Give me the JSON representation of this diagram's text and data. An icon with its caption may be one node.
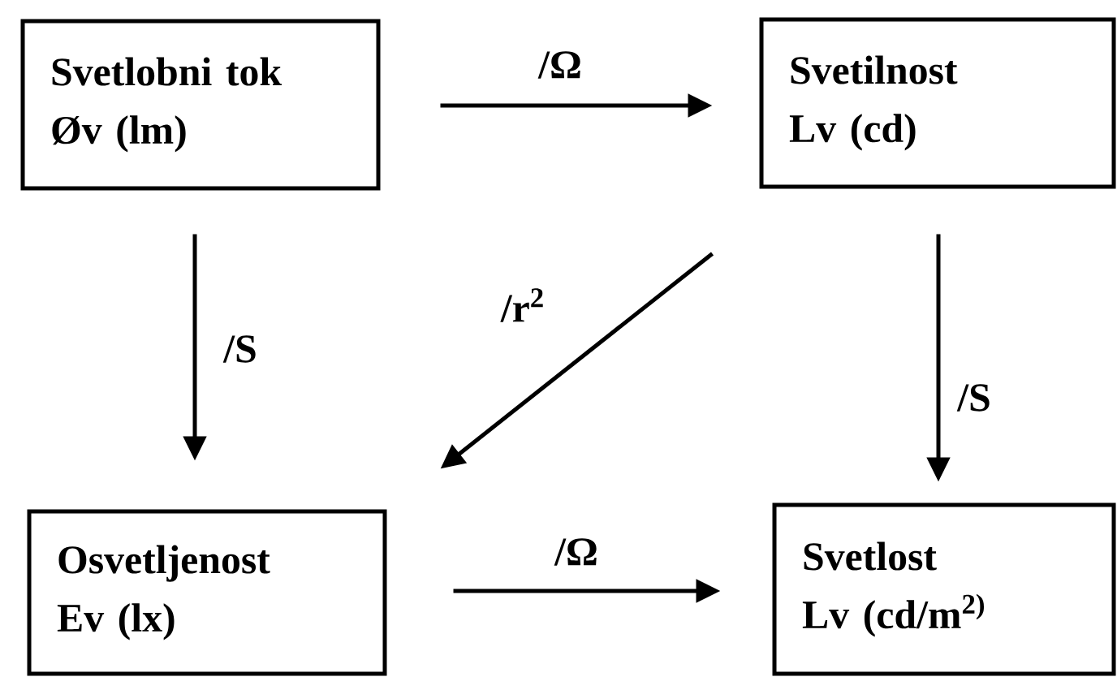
{
  "diagram": {
    "nodes": [
      {
        "text": [
          "Svetlobni tok",
          "Øv (lm)"
        ]
      },
      {
        "text": [
          "Svetilnost",
          "Lv (cd)"
        ]
      },
      {
        "text": [
          "Osvetljenost",
          "Ev (lx)"
        ]
      },
      {
        "text": [
          "Svetlost",
          "Lv (cd/m$^{2)}$"
        ]
      }
    ],
    "edges": [
      {
        "from": 0,
        "to": 1,
        "arrow": "to",
        "label": "/Ω"
      },
      {
        "from": 0,
        "to": 2,
        "arrow": "to",
        "label": "/S"
      },
      {
        "from": 1,
        "to": 2,
        "arrow": "to",
        "label": "/r$^{2}$"
      },
      {
        "from": 1,
        "to": 3,
        "arrow": "to",
        "label": "/S"
      },
      {
        "from": 2,
        "to": 3,
        "arrow": "to",
        "label": "/Ω"
      }
    ]
  }
}
